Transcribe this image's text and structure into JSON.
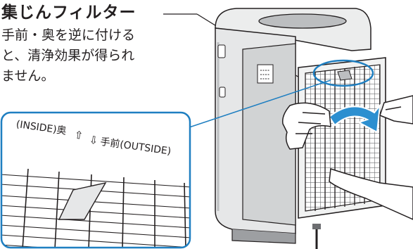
{
  "callout_title": "集じんフィルター",
  "caution_lines": [
    "手前・奥を逆に付ける",
    "と、清浄効果が得られ",
    "ません。"
  ],
  "inset": {
    "inside_label": "(INSIDE)奥",
    "up_arrow_glyph": "⇧",
    "down_arrow_glyph": "⇩",
    "outside_label": "手前(OUTSIDE)"
  },
  "colors": {
    "accent_blue": "#1f7fc1",
    "arrow_blue": "#2c8fd0",
    "line_dark": "#231f20",
    "body_gray": "#d9dadb",
    "body_shadow": "#9d9fa2"
  }
}
